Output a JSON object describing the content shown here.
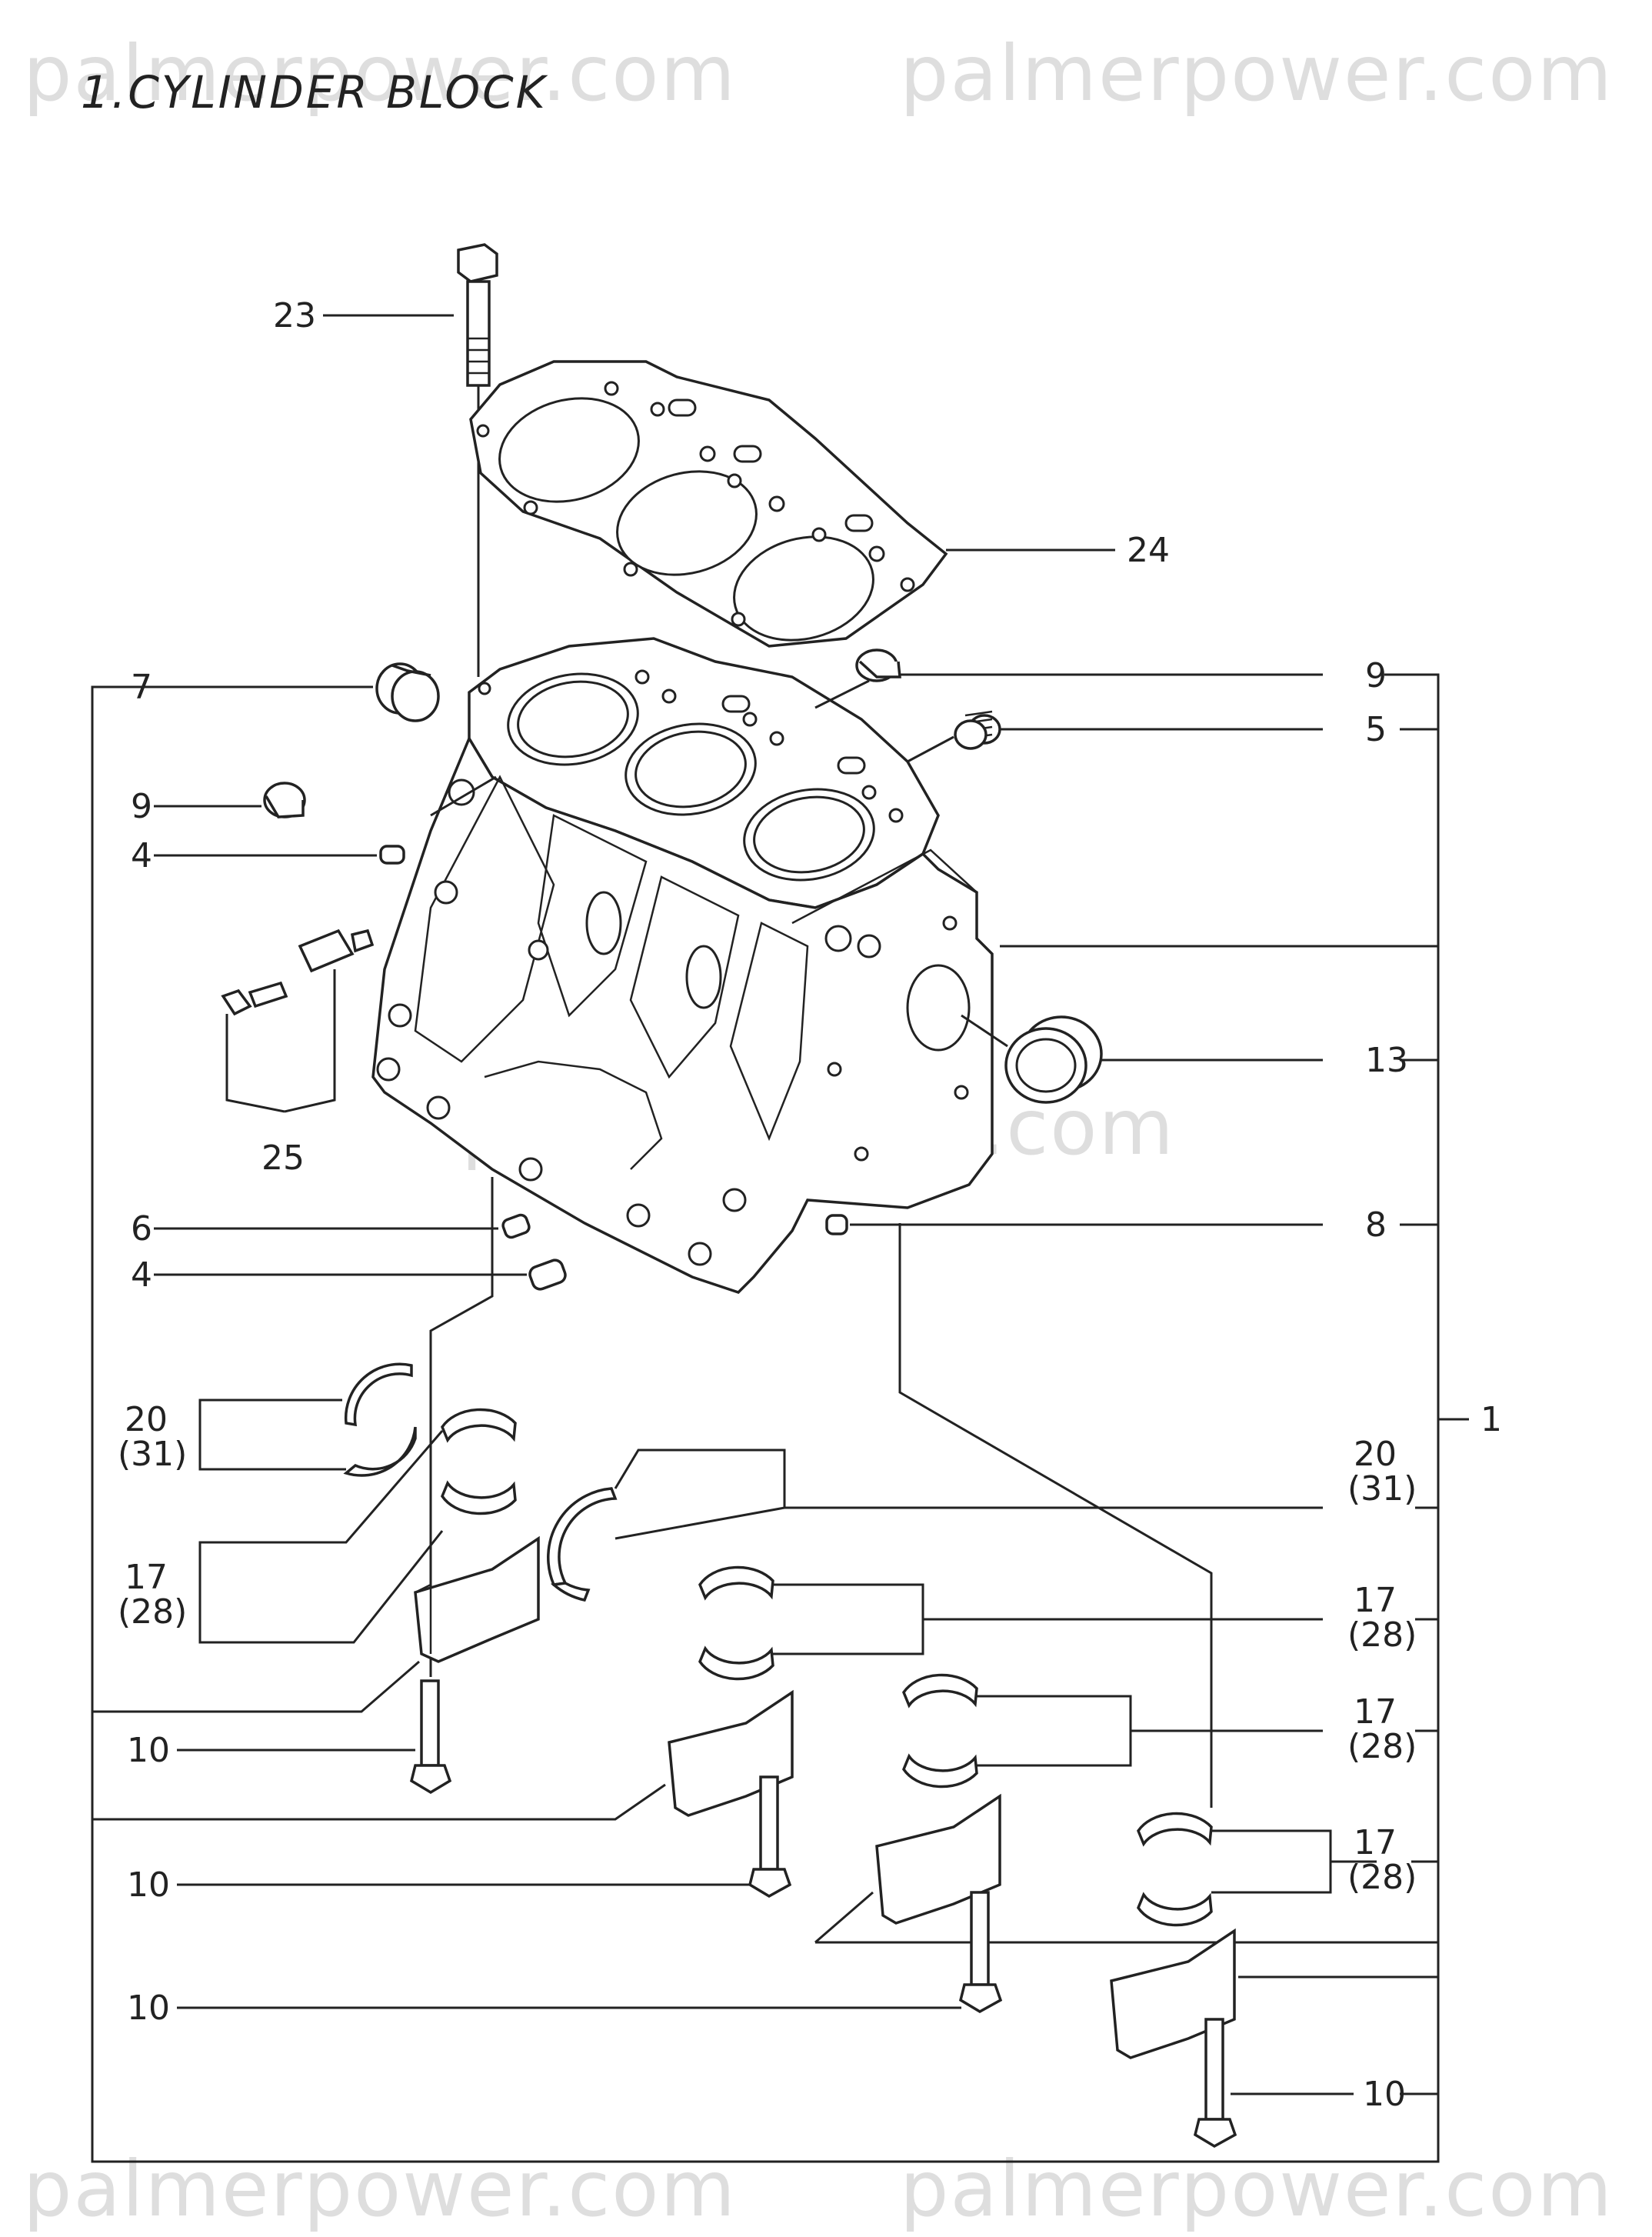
{
  "title": "1.CYLINDER BLOCK",
  "watermark": "palmerpower.com",
  "callouts": {
    "c1": "1",
    "c4a": "4",
    "c4b": "4",
    "c5": "5",
    "c6": "6",
    "c7": "7",
    "c8": "8",
    "c9a": "9",
    "c9b": "9",
    "c10a": "10",
    "c10b": "10",
    "c10c": "10",
    "c10d": "10",
    "c13": "13",
    "c17a": "17",
    "c17a_alt": "(28)",
    "c17b": "17",
    "c17b_alt": "(28)",
    "c17c": "17",
    "c17c_alt": "(28)",
    "c17d": "17",
    "c17d_alt": "(28)",
    "c20a": "20",
    "c20a_alt": "(31)",
    "c20b": "20",
    "c20b_alt": "(31)",
    "c23": "23",
    "c24": "24",
    "c25": "25"
  }
}
